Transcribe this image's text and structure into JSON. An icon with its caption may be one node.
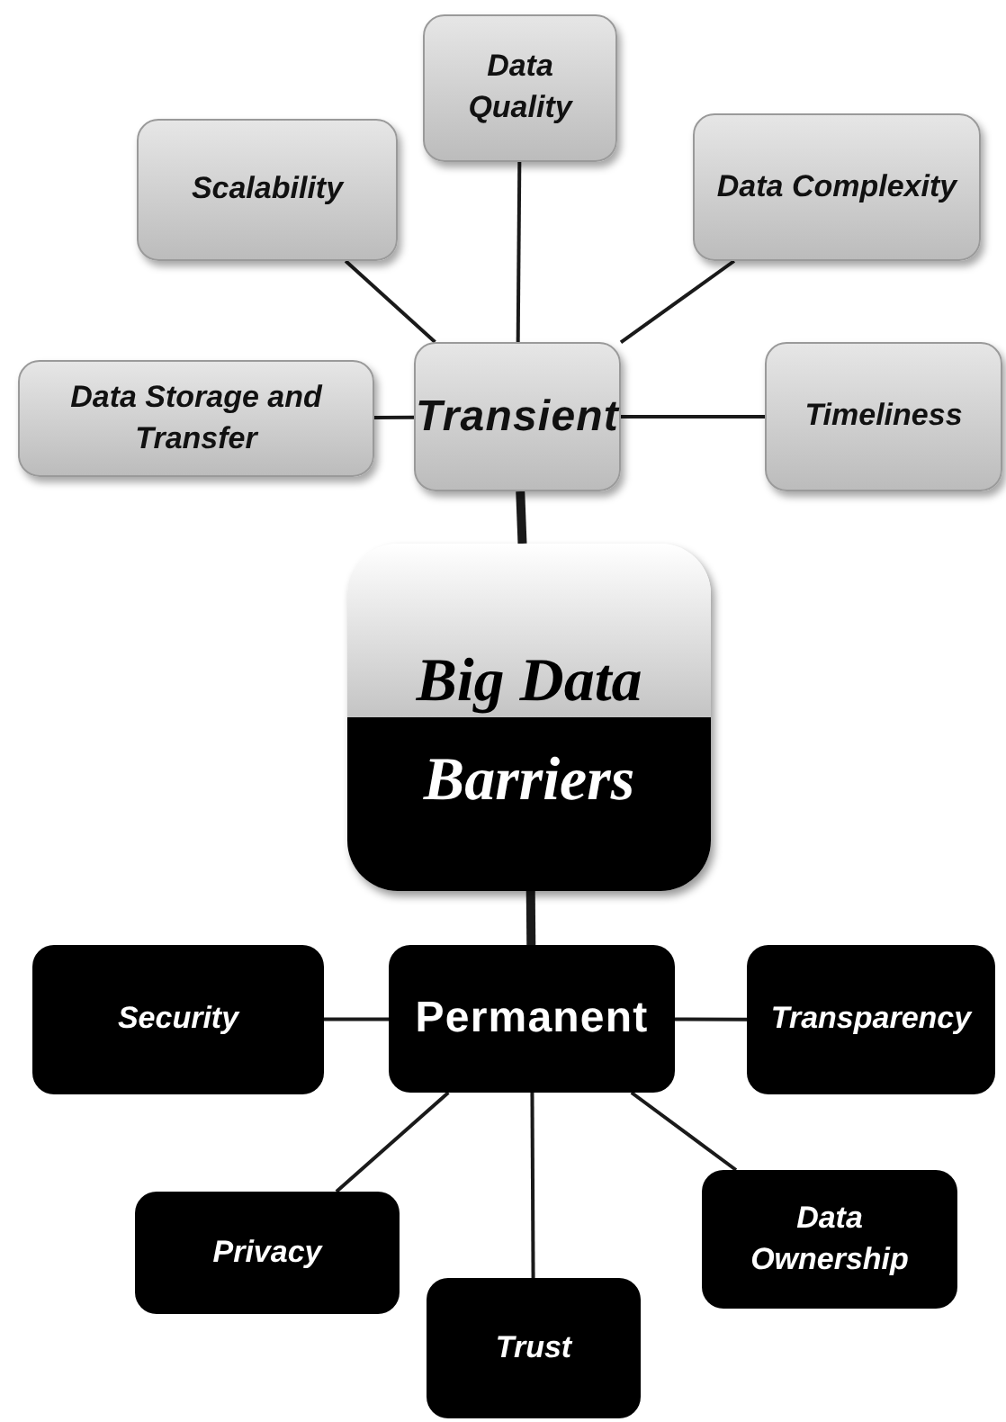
{
  "diagram": {
    "nodes": [
      {
        "text": [
          "Data Quality"
        ]
      },
      {
        "text": [
          "Scalability"
        ]
      },
      {
        "text": [
          "Data Complexity"
        ]
      },
      {
        "text": [
          "Data Storage and Transfer"
        ]
      },
      {
        "text": [
          "Transient"
        ]
      },
      {
        "text": [
          "Timeliness"
        ]
      },
      {
        "text": [
          "Big Data",
          "Barriers"
        ]
      },
      {
        "text": [
          "Security"
        ]
      },
      {
        "text": [
          "Permanent"
        ]
      },
      {
        "text": [
          "Transparency"
        ]
      },
      {
        "text": [
          "Privacy"
        ]
      },
      {
        "text": [
          "Data Ownership"
        ]
      },
      {
        "text": [
          "Trust"
        ]
      }
    ],
    "edges": [
      {
        "from": 4,
        "to": 0,
        "arrow": "none"
      },
      {
        "from": 4,
        "to": 1,
        "arrow": "none"
      },
      {
        "from": 4,
        "to": 2,
        "arrow": "none"
      },
      {
        "from": 4,
        "to": 3,
        "arrow": "none"
      },
      {
        "from": 4,
        "to": 5,
        "arrow": "none"
      },
      {
        "from": 6,
        "to": 4,
        "arrow": "none",
        "style": "thick"
      },
      {
        "from": 6,
        "to": 8,
        "arrow": "none",
        "style": "thick"
      },
      {
        "from": 8,
        "to": 7,
        "arrow": "none"
      },
      {
        "from": 8,
        "to": 9,
        "arrow": "none"
      },
      {
        "from": 8,
        "to": 10,
        "arrow": "none"
      },
      {
        "from": 8,
        "to": 11,
        "arrow": "none"
      },
      {
        "from": 8,
        "to": 12,
        "arrow": "none"
      }
    ]
  }
}
